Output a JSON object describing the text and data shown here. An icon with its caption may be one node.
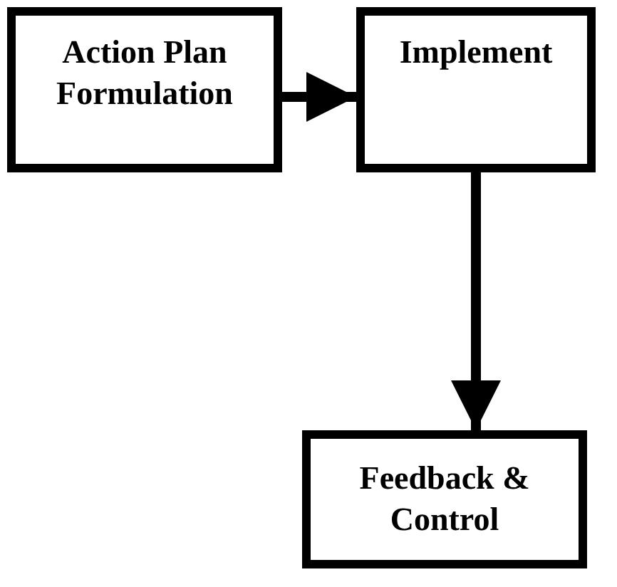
{
  "diagram": {
    "nodes": [
      {
        "text": [
          "Action Plan Formulation"
        ]
      },
      {
        "text": [
          "Implement"
        ]
      },
      {
        "text": [
          "Feedback & Control"
        ]
      }
    ],
    "edges": [
      {
        "from": 0,
        "to": 1,
        "arrow": "to"
      },
      {
        "from": 1,
        "to": 2,
        "arrow": "to"
      }
    ]
  }
}
